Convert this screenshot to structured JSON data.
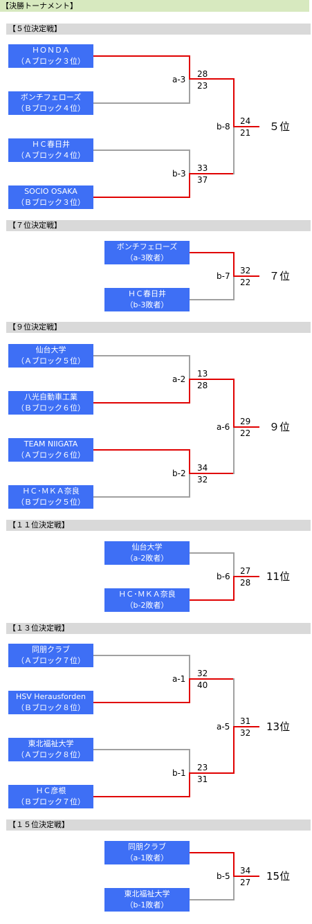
{
  "page_title": "【決勝トーナメント】",
  "sections": [
    {
      "header": "【５位決定戦】",
      "teams": [
        {
          "name": "ＨＯＮＤＡ",
          "sub": "（Ａブロック３位）"
        },
        {
          "name": "ボンチフェローズ",
          "sub": "（Ｂブロック４位）"
        },
        {
          "name": "ＨＣ春日井",
          "sub": "（Ａブロック４位）"
        },
        {
          "name": "SOCIO OSAKA",
          "sub": "（Ｂブロック３位）"
        }
      ],
      "matches": [
        {
          "code": "a-3",
          "score_top": "28",
          "score_bottom": "23"
        },
        {
          "code": "b-3",
          "score_top": "33",
          "score_bottom": "37"
        },
        {
          "code": "b-8",
          "score_top": "24",
          "score_bottom": "21"
        }
      ],
      "result": "５位"
    },
    {
      "header": "【７位決定戦】",
      "teams": [
        {
          "name": "ボンチフェローズ",
          "sub": "（a-3敗者）"
        },
        {
          "name": "ＨＣ春日井",
          "sub": "（b-3敗者）"
        }
      ],
      "matches": [
        {
          "code": "b-7",
          "score_top": "32",
          "score_bottom": "22"
        }
      ],
      "result": "７位"
    },
    {
      "header": "【９位決定戦】",
      "teams": [
        {
          "name": "仙台大学",
          "sub": "（Ａブロック５位）"
        },
        {
          "name": "八光自動車工業",
          "sub": "（Ｂブロック６位）"
        },
        {
          "name": "TEAM NIIGATA",
          "sub": "（Ａブロック６位）"
        },
        {
          "name": "ＨＣ･ＭＫＡ奈良",
          "sub": "（Ｂブロック５位）"
        }
      ],
      "matches": [
        {
          "code": "a-2",
          "score_top": "13",
          "score_bottom": "28"
        },
        {
          "code": "b-2",
          "score_top": "34",
          "score_bottom": "32"
        },
        {
          "code": "a-6",
          "score_top": "29",
          "score_bottom": "22"
        }
      ],
      "result": "９位"
    },
    {
      "header": "【１１位決定戦】",
      "teams": [
        {
          "name": "仙台大学",
          "sub": "（a-2敗者）"
        },
        {
          "name": "ＨＣ･ＭＫＡ奈良",
          "sub": "（b-2敗者）"
        }
      ],
      "matches": [
        {
          "code": "b-6",
          "score_top": "27",
          "score_bottom": "28"
        }
      ],
      "result": "11位"
    },
    {
      "header": "【１３位決定戦】",
      "teams": [
        {
          "name": "同朋クラブ",
          "sub": "（Ａブロック７位）"
        },
        {
          "name": "HSV Herausforden",
          "sub": "（Ｂブロック８位）"
        },
        {
          "name": "東北福祉大学",
          "sub": "（Ａブロック８位）"
        },
        {
          "name": "ＨＣ彦根",
          "sub": "（Ｂブロック７位）"
        }
      ],
      "matches": [
        {
          "code": "a-1",
          "score_top": "32",
          "score_bottom": "40"
        },
        {
          "code": "b-1",
          "score_top": "23",
          "score_bottom": "31"
        },
        {
          "code": "a-5",
          "score_top": "31",
          "score_bottom": "32"
        }
      ],
      "result": "13位"
    },
    {
      "header": "【１５位決定戦】",
      "teams": [
        {
          "name": "同朋クラブ",
          "sub": "（a-1敗者）"
        },
        {
          "name": "東北福祉大学",
          "sub": "（b-1敗者）"
        }
      ],
      "matches": [
        {
          "code": "b-5",
          "score_top": "34",
          "score_bottom": "27"
        }
      ],
      "result": "15位"
    }
  ]
}
